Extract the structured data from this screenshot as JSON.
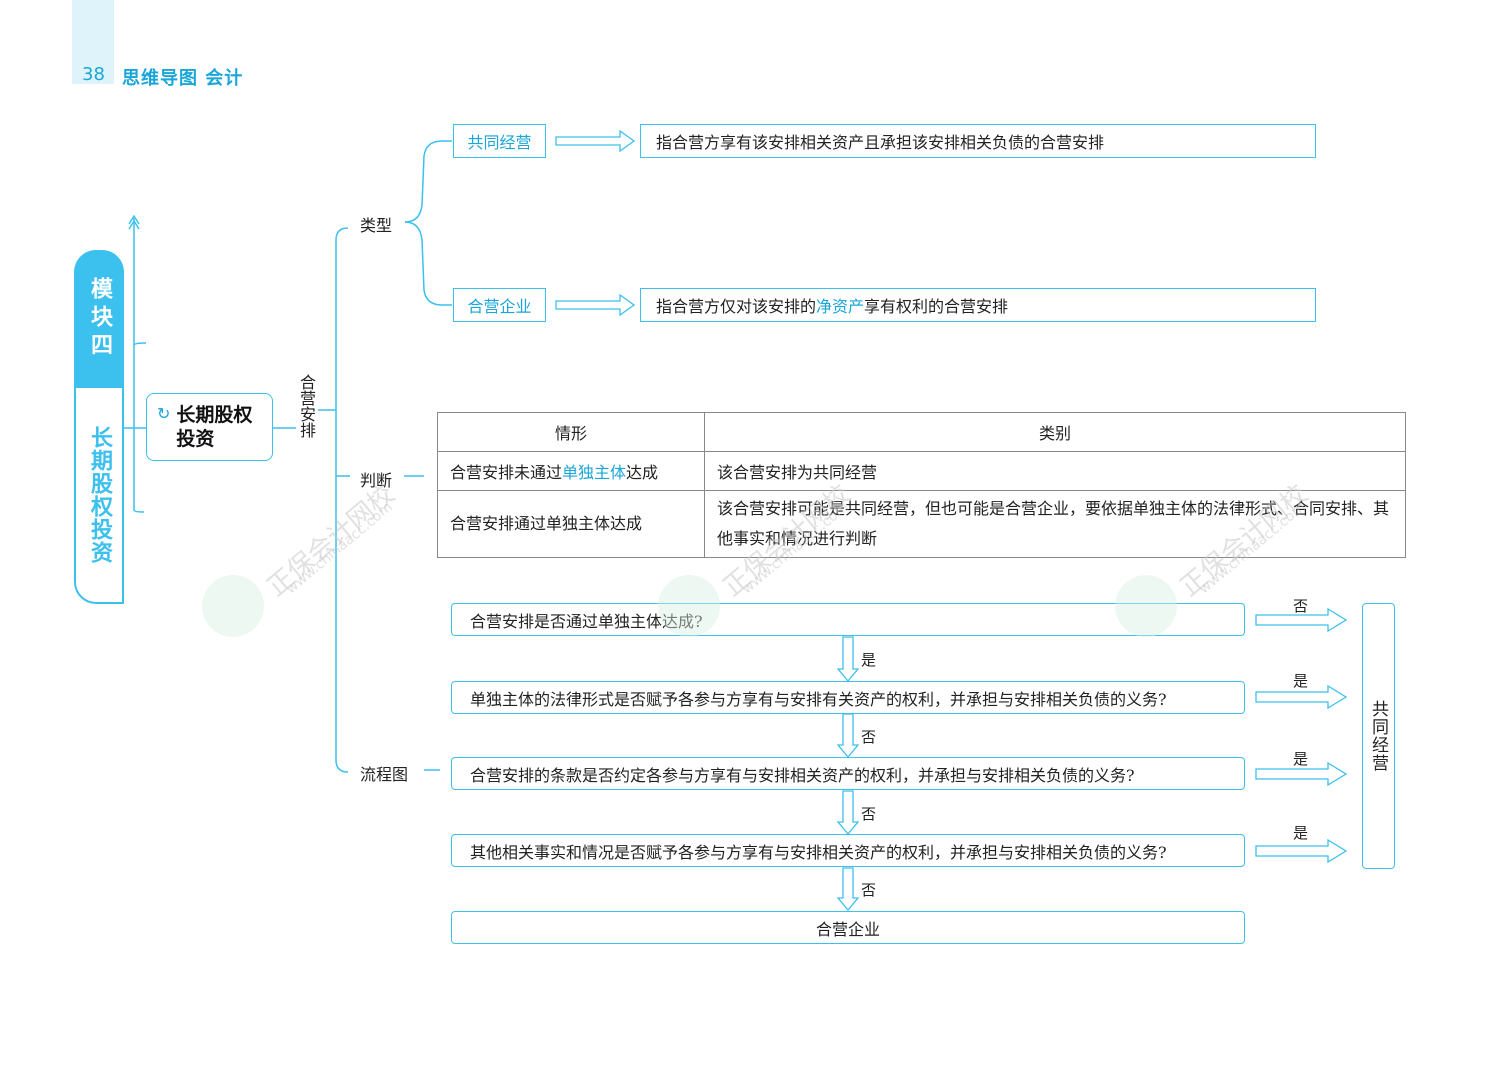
{
  "header": {
    "page_number": "38",
    "title": "思维导图 会计"
  },
  "module": {
    "number_text": "模块四",
    "name_text": "长期股权投资"
  },
  "root": {
    "label": "长期股权投资"
  },
  "branch": {
    "label": "合营安排"
  },
  "types": {
    "label": "类型",
    "items": [
      {
        "name": "共同经营",
        "definition": "指合营方享有该安排相关资产且承担该安排相关负债的合营安排"
      },
      {
        "name": "合营企业",
        "definition_pre": "指合营方仅对该安排的",
        "definition_highlight": "净资产",
        "definition_post": "享有权利的合营安排"
      }
    ]
  },
  "judgment": {
    "label": "判断",
    "table": {
      "headers": [
        "情形",
        "类别"
      ],
      "rows": [
        {
          "case_pre": "合营安排未通过",
          "case_highlight": "单独主体",
          "case_post": "达成",
          "category": "该合营安排为共同经营"
        },
        {
          "case": "合营安排通过单独主体达成",
          "category": "该合营安排可能是共同经营，但也可能是合营企业，要依据单独主体的法律形式、合同安排、其他事实和情况进行判断"
        }
      ]
    }
  },
  "flowchart": {
    "label": "流程图",
    "questions": [
      "合营安排是否通过单独主体达成?",
      "单独主体的法律形式是否赋予各参与方享有与安排有关资产的权利，并承担与安排相关负债的义务?",
      "合营安排的条款是否约定各参与方享有与安排相关资产的权利，并承担与安排相关负债的义务?",
      "其他相关事实和情况是否赋予各参与方享有与安排相关资产的权利，并承担与安排相关负债的义务?"
    ],
    "down_labels": [
      "是",
      "否",
      "否",
      "否"
    ],
    "side_labels": [
      "否",
      "是",
      "是",
      "是"
    ],
    "final_bottom": "合营企业",
    "final_side": "共同经营"
  },
  "watermark": {
    "text": "正保会计网校",
    "url": "www.chinaacc.com"
  },
  "colors": {
    "accent": "#1aa6d9",
    "module_fill": "#3cc0ee",
    "line": "#3cc0ee"
  }
}
